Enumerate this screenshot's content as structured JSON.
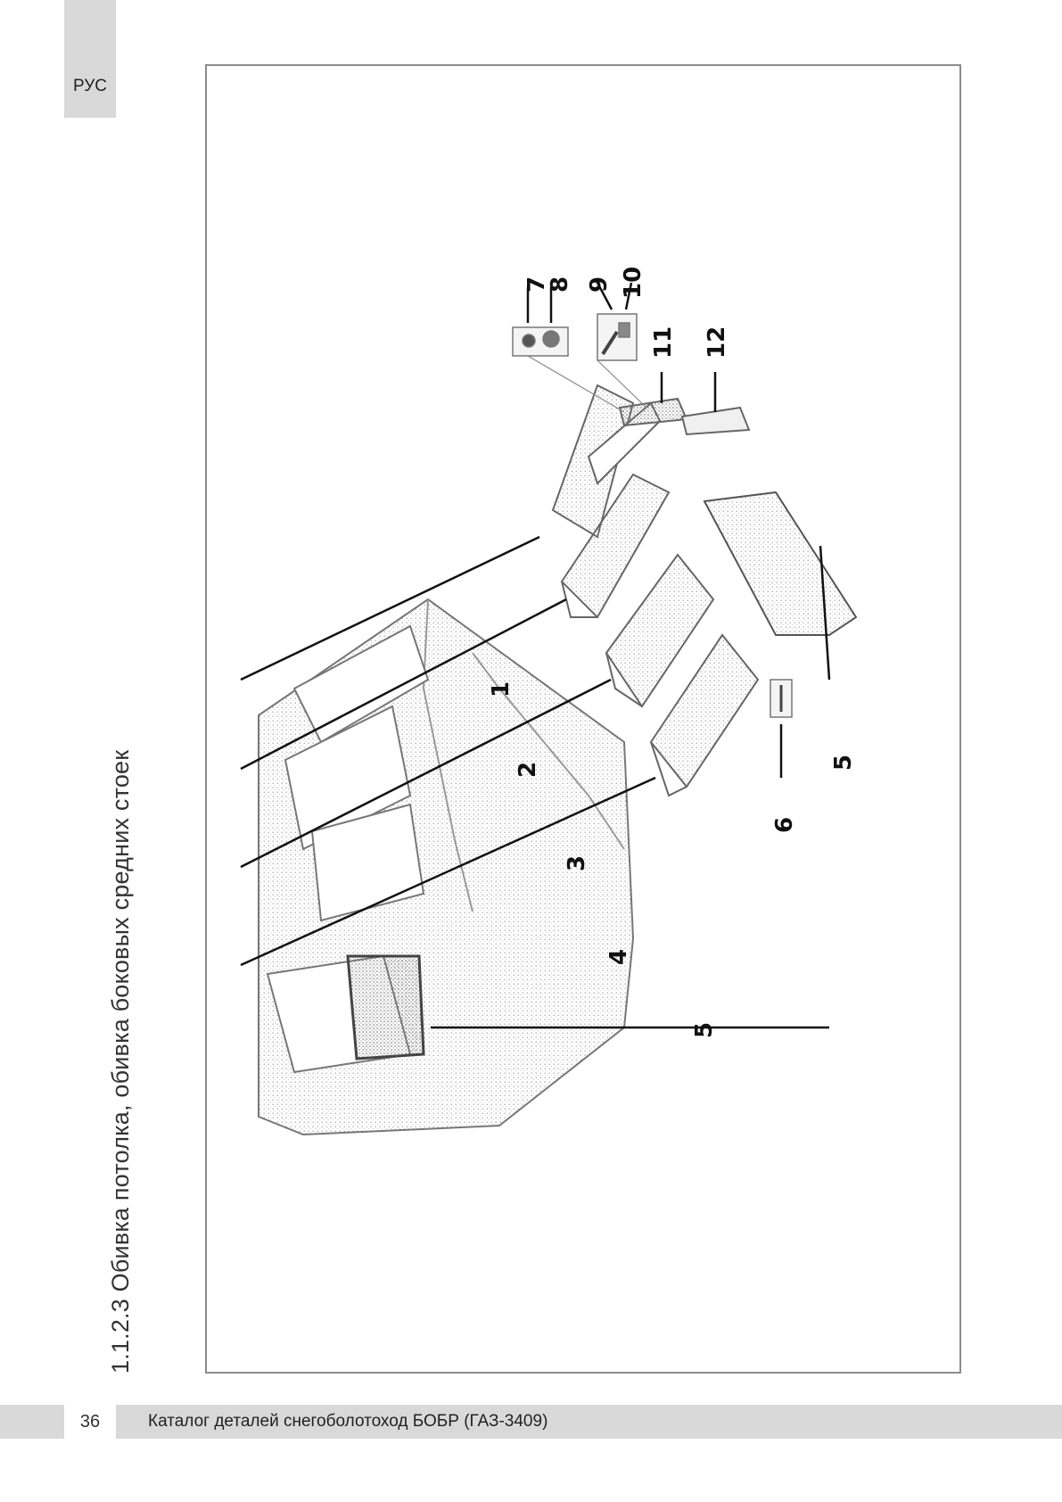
{
  "header": {
    "language_tab": "РУС"
  },
  "section": {
    "title": "1.1.2.3 Обивка потолка, обивка боковых средних стоек"
  },
  "figure": {
    "callouts": [
      "1",
      "2",
      "3",
      "4",
      "5",
      "5",
      "6",
      "7",
      "8",
      "9",
      "10",
      "11",
      "12"
    ]
  },
  "footer": {
    "page_number": "36",
    "catalog_title": "Каталог деталей снегоболотоход БОБР (ГАЗ-3409)"
  }
}
